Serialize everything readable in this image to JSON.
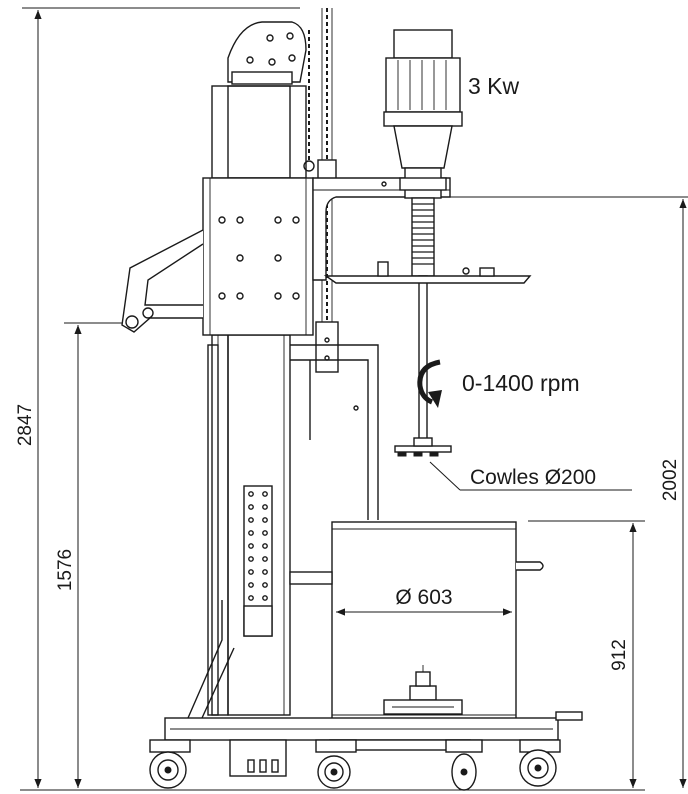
{
  "labels": {
    "motor_power": "3 Kw",
    "speed": "0-1400 rpm",
    "impeller": "Cowles Ø200",
    "vessel_diameter": "Ø 603"
  },
  "dimensions": {
    "total_height": "2847",
    "column_height": "1576",
    "arm_height": "2002",
    "vessel_height": "912"
  }
}
